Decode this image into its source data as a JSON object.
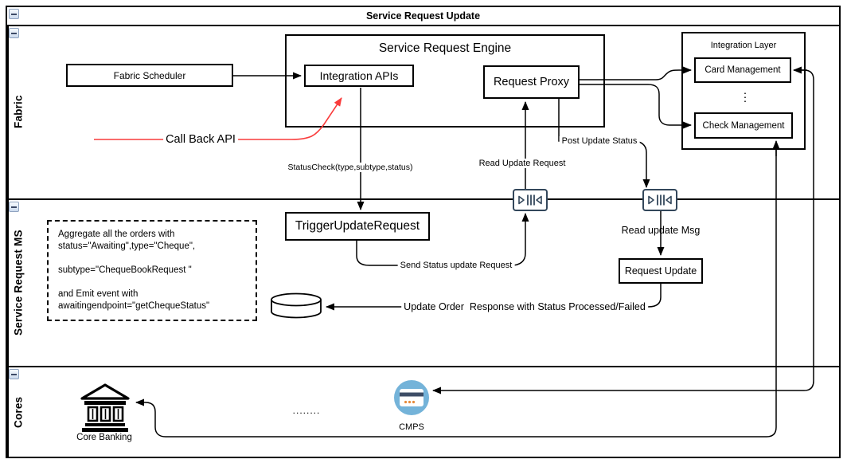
{
  "colors": {
    "red": "#F93B3B",
    "queue_slate": "#33475B",
    "cmps_blue": "#74B3D9",
    "card_stripe": "#3D4D66",
    "dots_orange": "#E78A3A"
  },
  "icons": {
    "collapse": "minus-square",
    "queue": "message-queue",
    "database": "cylinder",
    "core_banking": "classical-bank-building",
    "cmps": "credit-card-in-circle"
  },
  "pool": {
    "title": "Service Request Update"
  },
  "lanes": [
    {
      "label": "Fabric"
    },
    {
      "label": "Service Request MS"
    },
    {
      "label": "Cores"
    }
  ],
  "fabric": {
    "scheduler": "Fabric Scheduler",
    "engine_title": "Service Request Engine",
    "integration_apis": "Integration APIs",
    "request_proxy": "Request Proxy",
    "callback": "Call Back API",
    "statuscheck": "StatusCheck(type,subtype,status)",
    "read_update_request": "Read Update Request",
    "post_update_status": "Post Update Status"
  },
  "integration_layer": {
    "title": "Integration Layer",
    "card": "Card Management",
    "ellipsis": "⋮",
    "check": "Check Management"
  },
  "srms": {
    "trigger": "TriggerUpdateRequest",
    "note": "Aggregate all the orders with\nstatus=\"Awaiting\",type=\"Cheque\",\n\nsubtype=\"ChequeBookRequest \"\n\nand Emit event with\nawaitingendpoint=\"getChequeStatus\"",
    "send_status": "Send Status update Request",
    "read_update_msg": "Read update Msg",
    "request_update": "Request Update",
    "update_order": "Update Order  Response with Status Processed/Failed"
  },
  "cores": {
    "core_banking": "Core Banking",
    "ellipsis": "........",
    "cmps": "CMPS"
  }
}
